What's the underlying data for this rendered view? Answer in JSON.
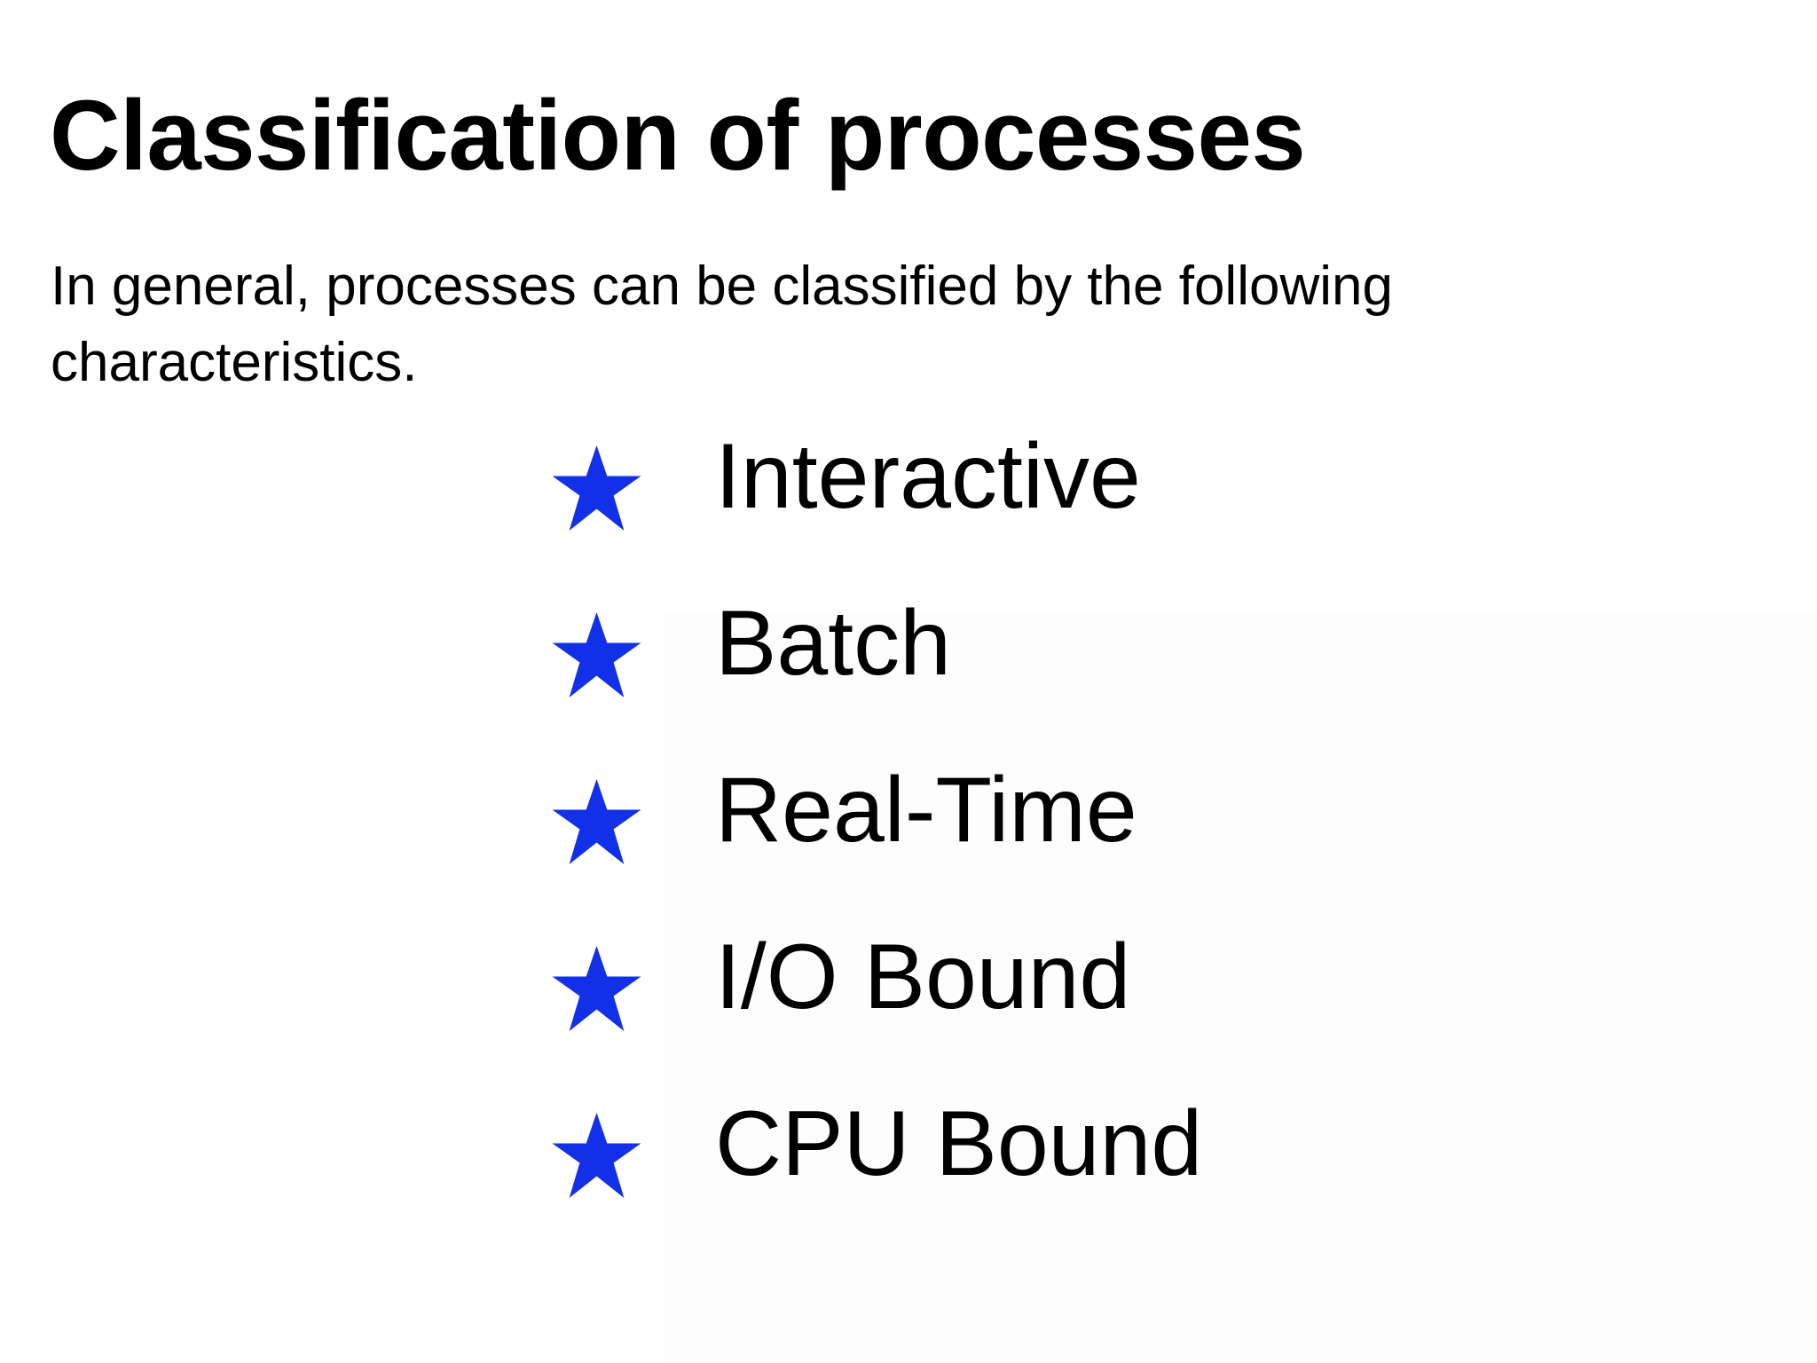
{
  "slide": {
    "title": "Classification of processes",
    "body": "In general, processes can be classified by the following characteristics.",
    "background_color": "#ffffff",
    "text_color": "#000000",
    "bullet_color": "#1230e8",
    "bullet_icon": "star-icon",
    "items": [
      {
        "label": "Interactive"
      },
      {
        "label": "Batch"
      },
      {
        "label": "Real-Time"
      },
      {
        "label": "I/O Bound"
      },
      {
        "label": "CPU Bound"
      }
    ]
  }
}
